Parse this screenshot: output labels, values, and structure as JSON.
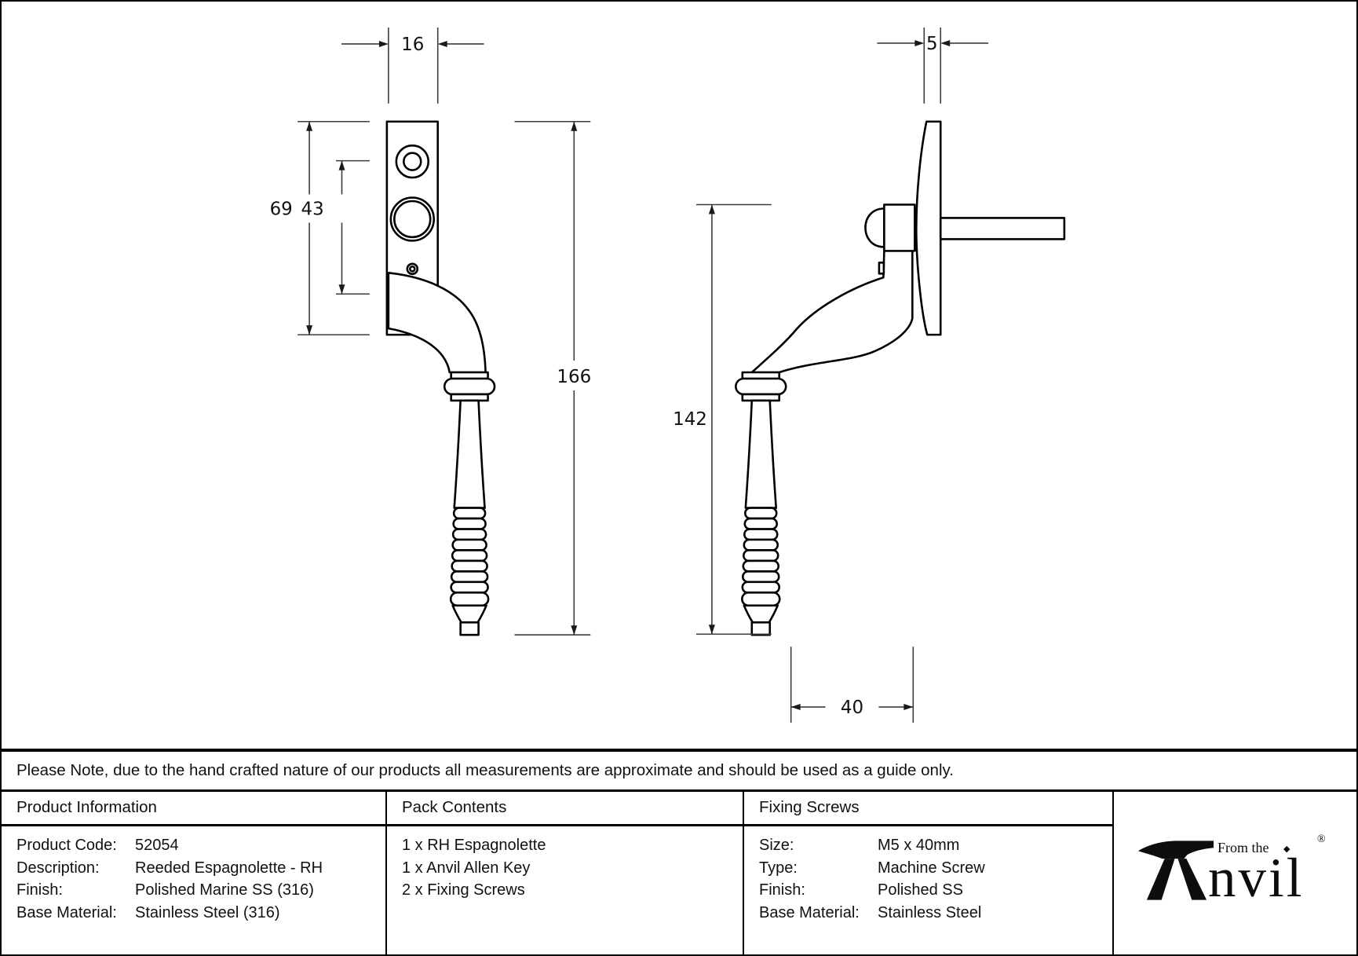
{
  "drawing": {
    "front": {
      "width": "16",
      "plate_height": "69",
      "screw_centres": "43",
      "overall_length": "166"
    },
    "side": {
      "thickness": "5",
      "length": "142",
      "projection": "40"
    }
  },
  "note": "Please Note, due to the hand crafted nature of our products all measurements are approximate and should be used as a guide only.",
  "table": {
    "product_information": {
      "header": "Product Information",
      "rows": [
        {
          "label": "Product Code:",
          "value": "52054"
        },
        {
          "label": "Description:",
          "value": "Reeded Espagnolette - RH"
        },
        {
          "label": "Finish:",
          "value": "Polished Marine SS (316)"
        },
        {
          "label": "Base Material:",
          "value": "Stainless Steel (316)"
        }
      ]
    },
    "pack_contents": {
      "header": "Pack Contents",
      "items": [
        "1 x RH Espagnolette",
        "1 x Anvil Allen Key",
        "2 x Fixing Screws"
      ]
    },
    "fixing_screws": {
      "header": "Fixing Screws",
      "rows": [
        {
          "label": "Size:",
          "value": "M5 x 40mm"
        },
        {
          "label": "Type:",
          "value": "Machine Screw"
        },
        {
          "label": "Finish:",
          "value": "Polished SS"
        },
        {
          "label": "Base Material:",
          "value": "Stainless Steel"
        }
      ]
    },
    "logo": {
      "from_the": "From the",
      "diamond": "◆",
      "anvil_text": "nvil",
      "registered": "®"
    }
  }
}
